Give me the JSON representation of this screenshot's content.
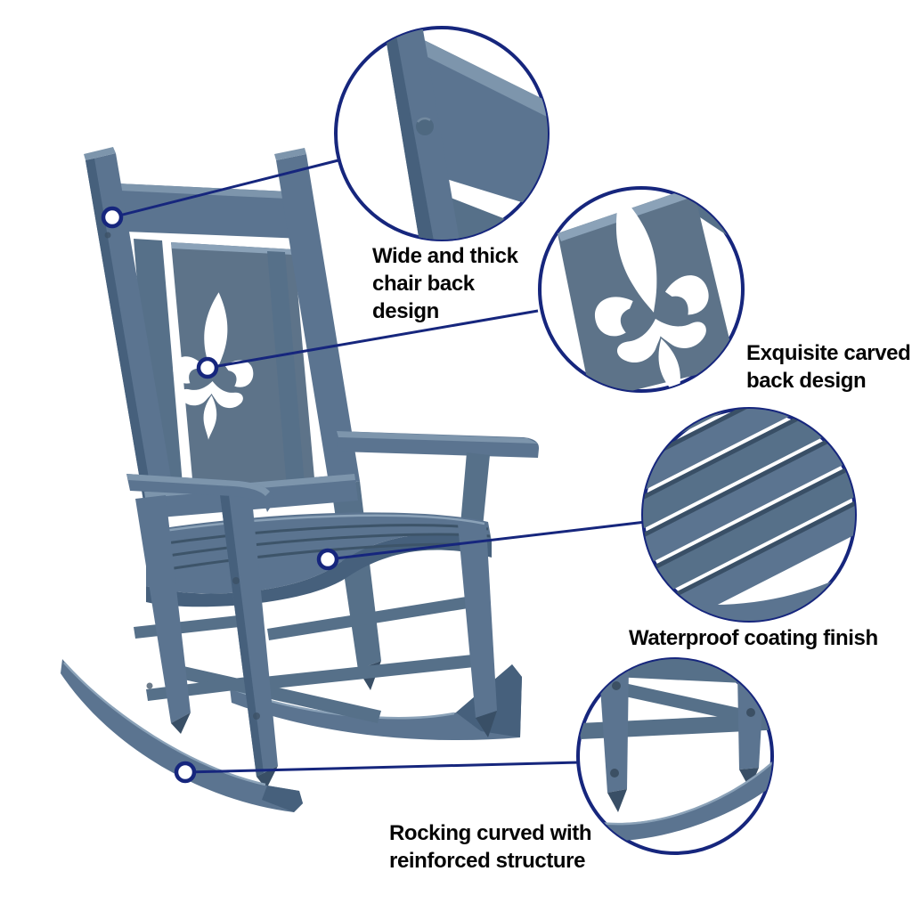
{
  "page": {
    "background": "#ffffff"
  },
  "product": {
    "description": "Blue-gray wooden rocking chair with fleur-de-lis carved back",
    "chair_color": "#5b7490",
    "accent_color": "#16267d",
    "text_color": "#050505"
  },
  "callouts": [
    {
      "id": "back-top",
      "label": "Wide and thick chair back design",
      "lines": [
        "Wide and thick",
        "chair back",
        "design"
      ]
    },
    {
      "id": "carved-back",
      "label": "Exquisite carved back design",
      "lines": [
        "Exquisite carved",
        "back design"
      ]
    },
    {
      "id": "seat-finish",
      "label": "Waterproof coating finish",
      "lines": [
        "Waterproof coating finish"
      ]
    },
    {
      "id": "rocker-base",
      "label": "Rocking curved with reinforced structure",
      "lines": [
        "Rocking curved with",
        "reinforced structure"
      ]
    }
  ]
}
